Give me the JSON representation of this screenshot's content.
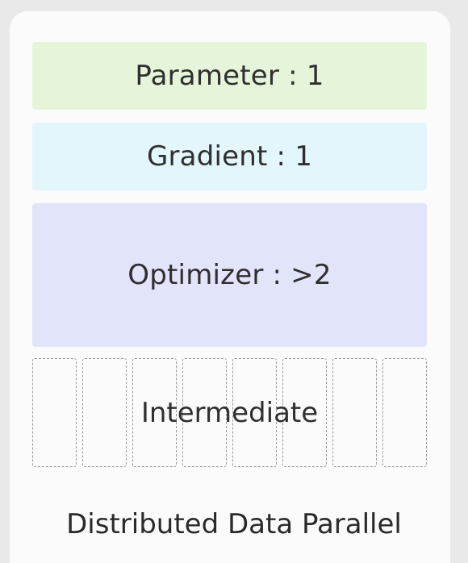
{
  "blocks": {
    "parameter": "Parameter : 1",
    "gradient": "Gradient : 1",
    "optimizer": "Optimizer : >2",
    "intermediate": "Intermediate"
  },
  "caption": "Distributed Data Parallel",
  "colors": {
    "parameter_bg": "#e6f5da",
    "gradient_bg": "#e2f6fb",
    "optimizer_bg": "#e2e5fa",
    "dashed_border": "#9a9a9a"
  },
  "intermediate_slices": 8
}
